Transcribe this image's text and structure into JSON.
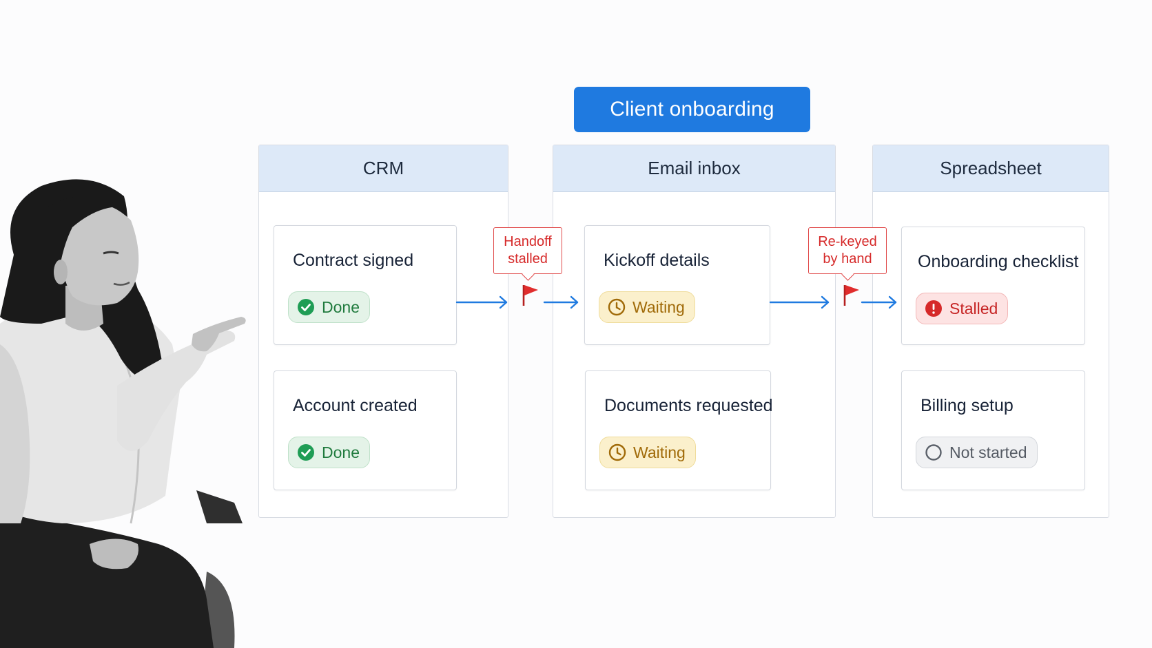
{
  "title": "Client onboarding",
  "columns": [
    {
      "name": "CRM",
      "cards": [
        {
          "title": "Contract signed",
          "status": "Done",
          "status_type": "done",
          "icon": "check-circle-icon"
        },
        {
          "title": "Account created",
          "status": "Done",
          "status_type": "done",
          "icon": "check-circle-icon"
        }
      ]
    },
    {
      "name": "Email inbox",
      "cards": [
        {
          "title": "Kickoff details",
          "status": "Waiting",
          "status_type": "waiting",
          "icon": "clock-icon"
        },
        {
          "title": "Documents requested",
          "status": "Waiting",
          "status_type": "waiting",
          "icon": "clock-icon"
        }
      ]
    },
    {
      "name": "Spreadsheet",
      "cards": [
        {
          "title": "Onboarding checklist",
          "status": "Stalled",
          "status_type": "stalled",
          "icon": "alert-circle-icon"
        },
        {
          "title": "Billing setup",
          "status": "Not started",
          "status_type": "notstarted",
          "icon": "empty-circle-icon"
        }
      ]
    }
  ],
  "callouts": [
    {
      "line1": "Handoff",
      "line2": "stalled",
      "icon": "red-flag-icon"
    },
    {
      "line1": "Re-keyed",
      "line2": "by hand",
      "icon": "red-flag-icon"
    }
  ],
  "colors": {
    "title_bg": "#1f7ae0",
    "column_header_bg": "#dde9f8",
    "arrow": "#1f7ae0",
    "alert_red": "#d62a2a",
    "done_green": "#1f9d55",
    "waiting_amber": "#a06a08"
  }
}
